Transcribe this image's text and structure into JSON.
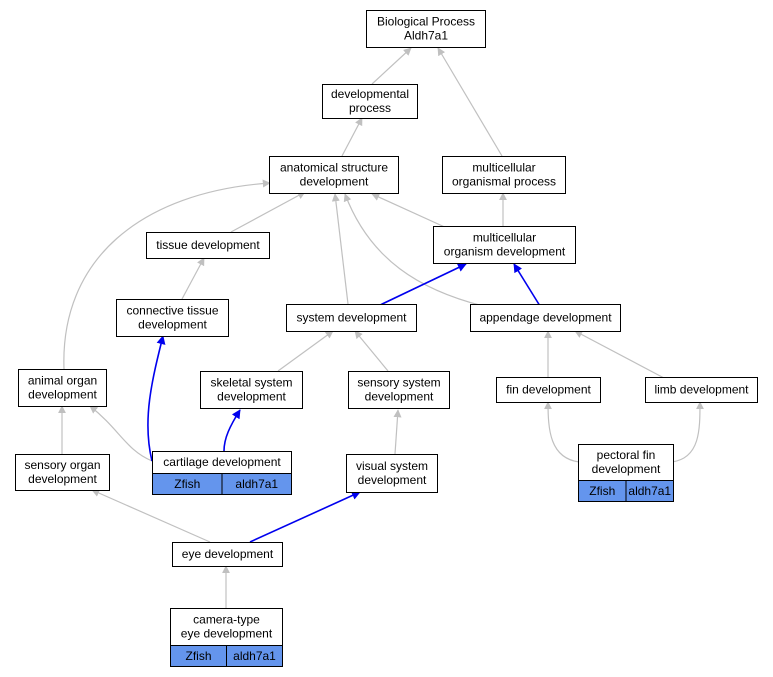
{
  "graph": {
    "colors": {
      "edge": "#c0c0c0",
      "highlight_edge": "#0000ee",
      "annotation": "#6495ed"
    },
    "nodes": {
      "bp": {
        "lines": [
          "Biological Process",
          "Aldh7a1"
        ]
      },
      "dev": {
        "lines": [
          "developmental",
          "process"
        ]
      },
      "asd": {
        "lines": [
          "anatomical structure",
          "development"
        ]
      },
      "mop": {
        "lines": [
          "multicellular",
          "organismal process"
        ]
      },
      "td": {
        "lines": [
          "tissue development"
        ]
      },
      "mod": {
        "lines": [
          "multicellular",
          "organism development"
        ]
      },
      "ctd": {
        "lines": [
          "connective tissue",
          "development"
        ]
      },
      "sd": {
        "lines": [
          "system development"
        ]
      },
      "ad": {
        "lines": [
          "appendage development"
        ]
      },
      "aod": {
        "lines": [
          "animal organ",
          "development"
        ]
      },
      "ssd": {
        "lines": [
          "skeletal system",
          "development"
        ]
      },
      "sensd": {
        "lines": [
          "sensory system",
          "development"
        ]
      },
      "fd": {
        "lines": [
          "fin development"
        ]
      },
      "ld": {
        "lines": [
          "limb development"
        ]
      },
      "cd": {
        "lines": [
          "cartilage development"
        ],
        "annotation": [
          "Zfish",
          "aldh7a1"
        ]
      },
      "sod": {
        "lines": [
          "sensory organ",
          "development"
        ]
      },
      "vsd": {
        "lines": [
          "visual system",
          "development"
        ]
      },
      "pfd": {
        "lines": [
          "pectoral fin",
          "development"
        ],
        "annotation": [
          "Zfish",
          "aldh7a1"
        ]
      },
      "ed": {
        "lines": [
          "eye development"
        ]
      },
      "cted": {
        "lines": [
          "camera-type",
          "eye development"
        ],
        "annotation": [
          "Zfish",
          "aldh7a1"
        ]
      }
    }
  }
}
